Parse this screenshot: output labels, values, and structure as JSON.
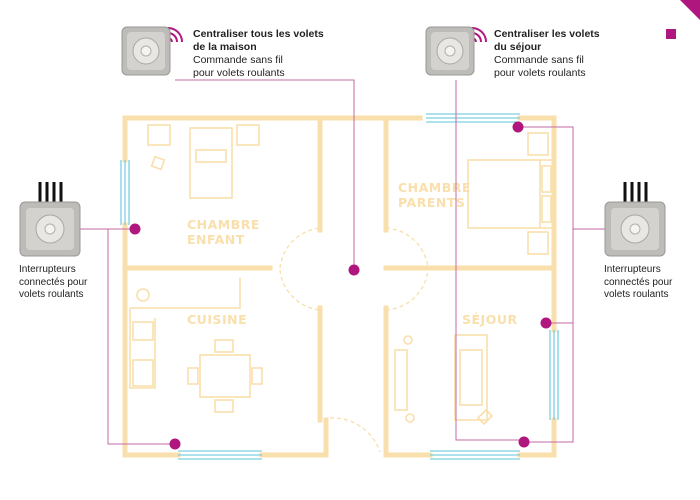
{
  "colors": {
    "accent": "#b0177e",
    "wall": "#f9dfab",
    "window": "#7ccfe0",
    "wire": "#c36aa6"
  },
  "callouts": {
    "whole_house": {
      "title": "Centraliser tous les volets",
      "title2": "de la maison",
      "line1": "Commande sans fil",
      "line2": "pour volets roulants"
    },
    "living_room": {
      "title": "Centraliser les volets",
      "title2": "du séjour",
      "line1": "Commande sans fil",
      "line2": "pour volets roulants"
    }
  },
  "side_left": {
    "line1": "Interrupteurs",
    "line2": "connectés pour",
    "line3": "volets roulants"
  },
  "side_right": {
    "line1": "Interrupteurs",
    "line2": "connectés pour",
    "line3": "volets roulants"
  },
  "rooms": {
    "chambre_enfant": [
      "CHAMBRE",
      "ENFANT"
    ],
    "chambre_parents": [
      "CHAMBRE",
      "PARENTS"
    ],
    "cuisine": "CUISINE",
    "sejour": "SÉJOUR"
  },
  "icons": {
    "wireless_remote": "wireless-remote-icon",
    "wired_switch": "wired-switch-icon",
    "signal": "wifi-signal-icon"
  }
}
